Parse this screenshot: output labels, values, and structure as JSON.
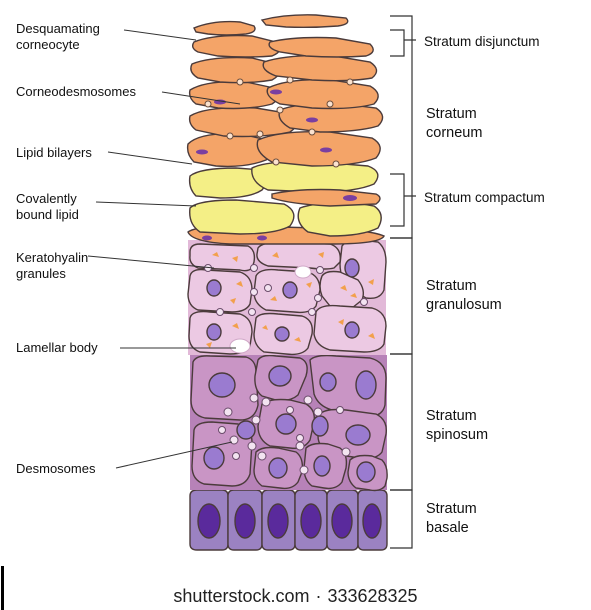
{
  "left_labels": {
    "desquamating": "Desquamating\ncorneocyte",
    "corneodesmosomes": "Corneodesmosomes",
    "lipid_bilayers": "Lipid bilayers",
    "covalently_bound": "Covalently\nbound lipid",
    "keratohyalin": "Keratohyalin\ngranules",
    "lamellar": "Lamellar body",
    "desmosomes": "Desmosomes"
  },
  "right_labels": {
    "disjunctum": "Stratum disjunctum",
    "corneum": "Stratum\ncorneum",
    "compactum": "Stratum compactum",
    "granulosum": "Stratum\ngranulosum",
    "spinosum": "Stratum\nspinosum",
    "basale": "Stratum\nbasale"
  },
  "watermark": {
    "site": "shutterstock.com",
    "separator": "·",
    "id": "333628325"
  },
  "colors": {
    "corneocyte": "#f4a468",
    "lipid_yellow": "#f4ef86",
    "granular_cell": "#ecc9e3",
    "spinous_cell": "#c995c5",
    "basal_cell": "#9b82c2",
    "nucleus_light": "#9a7bd0",
    "nucleus_dark": "#5a2a9c",
    "keratohyalin": "#f2a04c",
    "outline": "#4b3b3b"
  }
}
